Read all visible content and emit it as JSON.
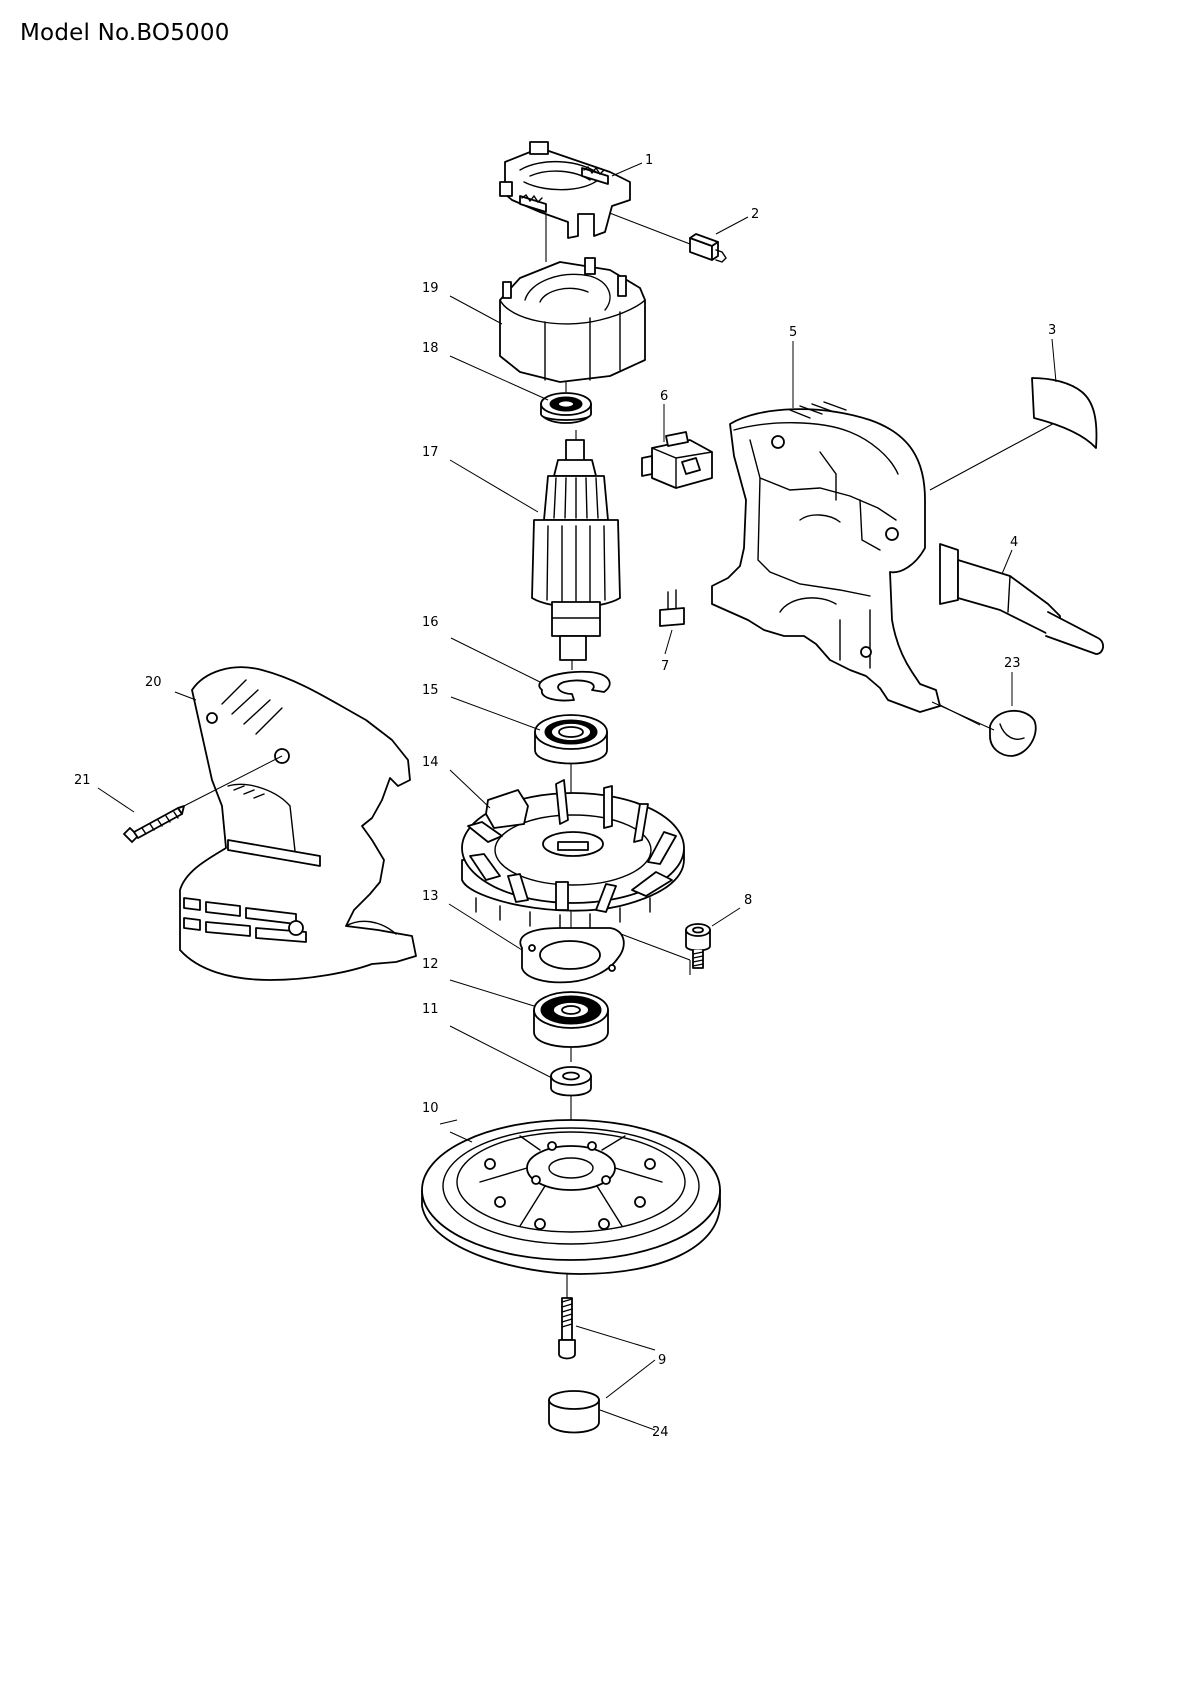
{
  "page": {
    "title": "Model No.BO5000"
  },
  "parts": [
    {
      "id": "1",
      "icon": "brush-holder-icon"
    },
    {
      "id": "2",
      "icon": "carbon-brush-icon"
    },
    {
      "id": "3",
      "icon": "name-plate-icon"
    },
    {
      "id": "4",
      "icon": "cord-guard-icon"
    },
    {
      "id": "5",
      "icon": "handle-housing-icon"
    },
    {
      "id": "6",
      "icon": "switch-icon"
    },
    {
      "id": "7",
      "icon": "noise-suppressor-icon"
    },
    {
      "id": "8",
      "icon": "hex-socket-bolt-icon"
    },
    {
      "id": "9",
      "icon": "pad-bolt-icon"
    },
    {
      "id": "10",
      "icon": "sanding-pad-icon"
    },
    {
      "id": "11",
      "icon": "spacer-icon"
    },
    {
      "id": "12",
      "icon": "ball-bearing-icon"
    },
    {
      "id": "13",
      "icon": "bearing-retainer-icon"
    },
    {
      "id": "14",
      "icon": "fan-icon"
    },
    {
      "id": "15",
      "icon": "ball-bearing-icon"
    },
    {
      "id": "16",
      "icon": "baffle-plate-icon"
    },
    {
      "id": "17",
      "icon": "armature-icon"
    },
    {
      "id": "18",
      "icon": "ball-bearing-icon"
    },
    {
      "id": "19",
      "icon": "field-icon"
    },
    {
      "id": "20",
      "icon": "motor-housing-icon"
    },
    {
      "id": "21",
      "icon": "tapping-screw-icon"
    },
    {
      "id": "23",
      "icon": "cord-icon"
    },
    {
      "id": "24",
      "icon": "rubber-cap-icon"
    }
  ]
}
